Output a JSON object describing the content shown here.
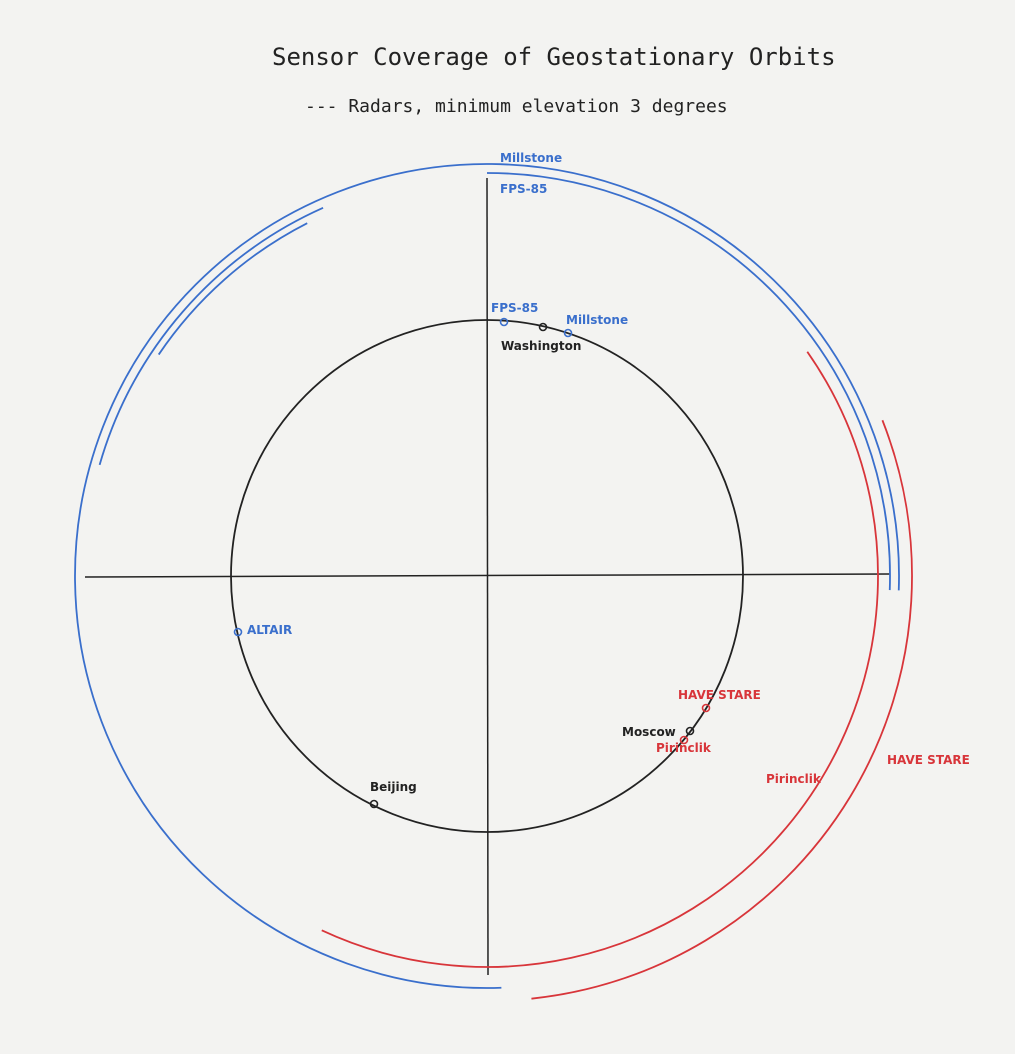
{
  "title": "Sensor Coverage of Geostationary Orbits",
  "subtitle": "--- Radars, minimum elevation 3 degrees",
  "colors": {
    "us_radar": "#3a6fcc",
    "other_radar": "#d8353a",
    "site": "#1a1a1a"
  },
  "orbit_labels": {
    "millstone": "Millstone",
    "fps85": "FPS-85",
    "pirinclik": "Pirinclik",
    "have_stare": "HAVE STARE"
  },
  "sites": {
    "fps85": "FPS-85",
    "millstone": "Millstone",
    "washington": "Washington",
    "altair": "ALTAIR",
    "beijing": "Beijing",
    "moscow": "Moscow",
    "pirinclik": "Pirinclik",
    "have_stare": "HAVE STARE"
  }
}
